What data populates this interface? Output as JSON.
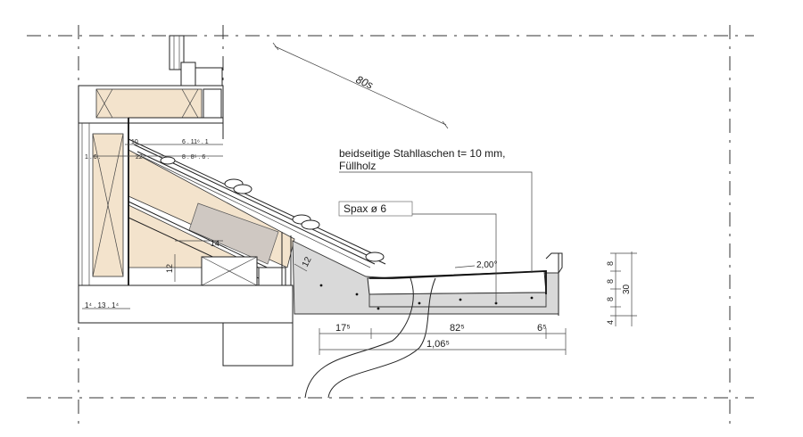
{
  "annotations": {
    "dim_80s": "80s",
    "steel_note_line1": "beidseitige Stahllaschen t= 10 mm,",
    "steel_note_line2": "Füllholz",
    "screw_label": "Spax ø 6",
    "slope": "2,00°",
    "dim_14": "14",
    "dim_12_left": "12",
    "dim_12_slanted": "12",
    "dim_top_row1": "6 . 11⁶ . 1",
    "dim_top_row2": "8 . 8⁵ . 6 .",
    "dim_left_row": "1 . 6 .",
    "dim_10": "10",
    "dim_22": "22",
    "dim_lower_left": "1⁴ . 13 . 1⁴",
    "dim_175": "17⁵",
    "dim_825": "82⁵",
    "dim_65": "6⁵",
    "dim_1065": "1,06⁵",
    "dim_right_8a": "8",
    "dim_right_8b": "8",
    "dim_right_8c": "8",
    "dim_right_4": "4",
    "dim_right_30": "30"
  }
}
